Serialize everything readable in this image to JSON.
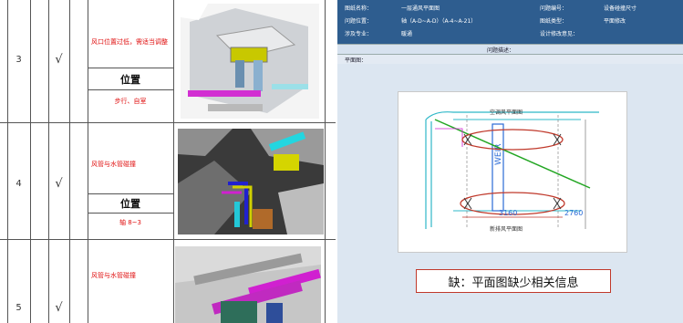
{
  "left_table": {
    "rows": [
      {
        "num": "3",
        "mark1": "",
        "check": "√",
        "mark2": "",
        "issue": "风口位置过低，需适当调整",
        "position_header": "位置",
        "position": "步行、自室",
        "row_end": ""
      },
      {
        "num": "4",
        "mark1": "",
        "check": "√",
        "mark2": "",
        "issue": "风管与水管碰撞",
        "position_header": "位置",
        "position": "轴 8~3",
        "row_end": ""
      },
      {
        "num": "5",
        "mark1": "",
        "check": "√",
        "mark2": "",
        "issue": "风管与水管碰撞",
        "position_header": "",
        "position": "",
        "row_end": ""
      }
    ]
  },
  "right_panel": {
    "header": {
      "row1": [
        "图纸名称：",
        "一层通风平面图",
        "问题编号：",
        "设备碰撞尺寸"
      ],
      "row2": [
        "问题位置：",
        "轴（A-D~A-D）（A-4~A-21）",
        "图纸类型：",
        "平面修改"
      ],
      "row3": [
        "涉及专业：",
        "暖通",
        "设计修改意见："
      ]
    },
    "section_title": "问题描述：",
    "plan_label": "平面图：",
    "drawing": {
      "label_top": "空调风平面图",
      "label_bottom": "新排风平面图",
      "vertical_text": "WEIR",
      "dim1": "3160",
      "dim2": "2760"
    },
    "defect_note": "缺：平面图缺少相关信息"
  },
  "colors": {
    "header_bg": "#2e5d8f",
    "panel_bg": "#dce6f1",
    "note_border": "#c0392b",
    "issue_text": "#e01010"
  }
}
